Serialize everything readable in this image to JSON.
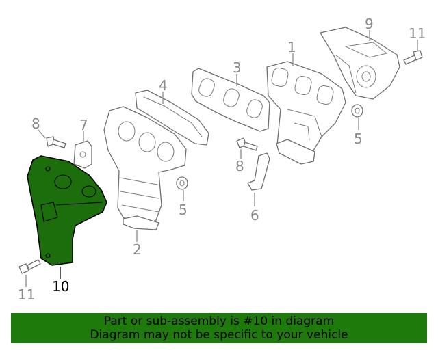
{
  "callouts": {
    "c1": "1",
    "c2": "2",
    "c3": "3",
    "c4": "4",
    "c5a": "5",
    "c5b": "5",
    "c5c": "5",
    "c6": "6",
    "c7": "7",
    "c8a": "8",
    "c8b": "8",
    "c9": "9",
    "c10": "10",
    "c11a": "11",
    "c11b": "11"
  },
  "highlighted_part": "10",
  "colors": {
    "highlight": "#1c6d0b",
    "banner": "#1f7a0c",
    "line": "#6f6f6f",
    "label": "#8a8a8a"
  },
  "banner": {
    "line1": "Part or sub-assembly is #10 in diagram",
    "line2": "Diagram may not be specific to your vehicle"
  }
}
